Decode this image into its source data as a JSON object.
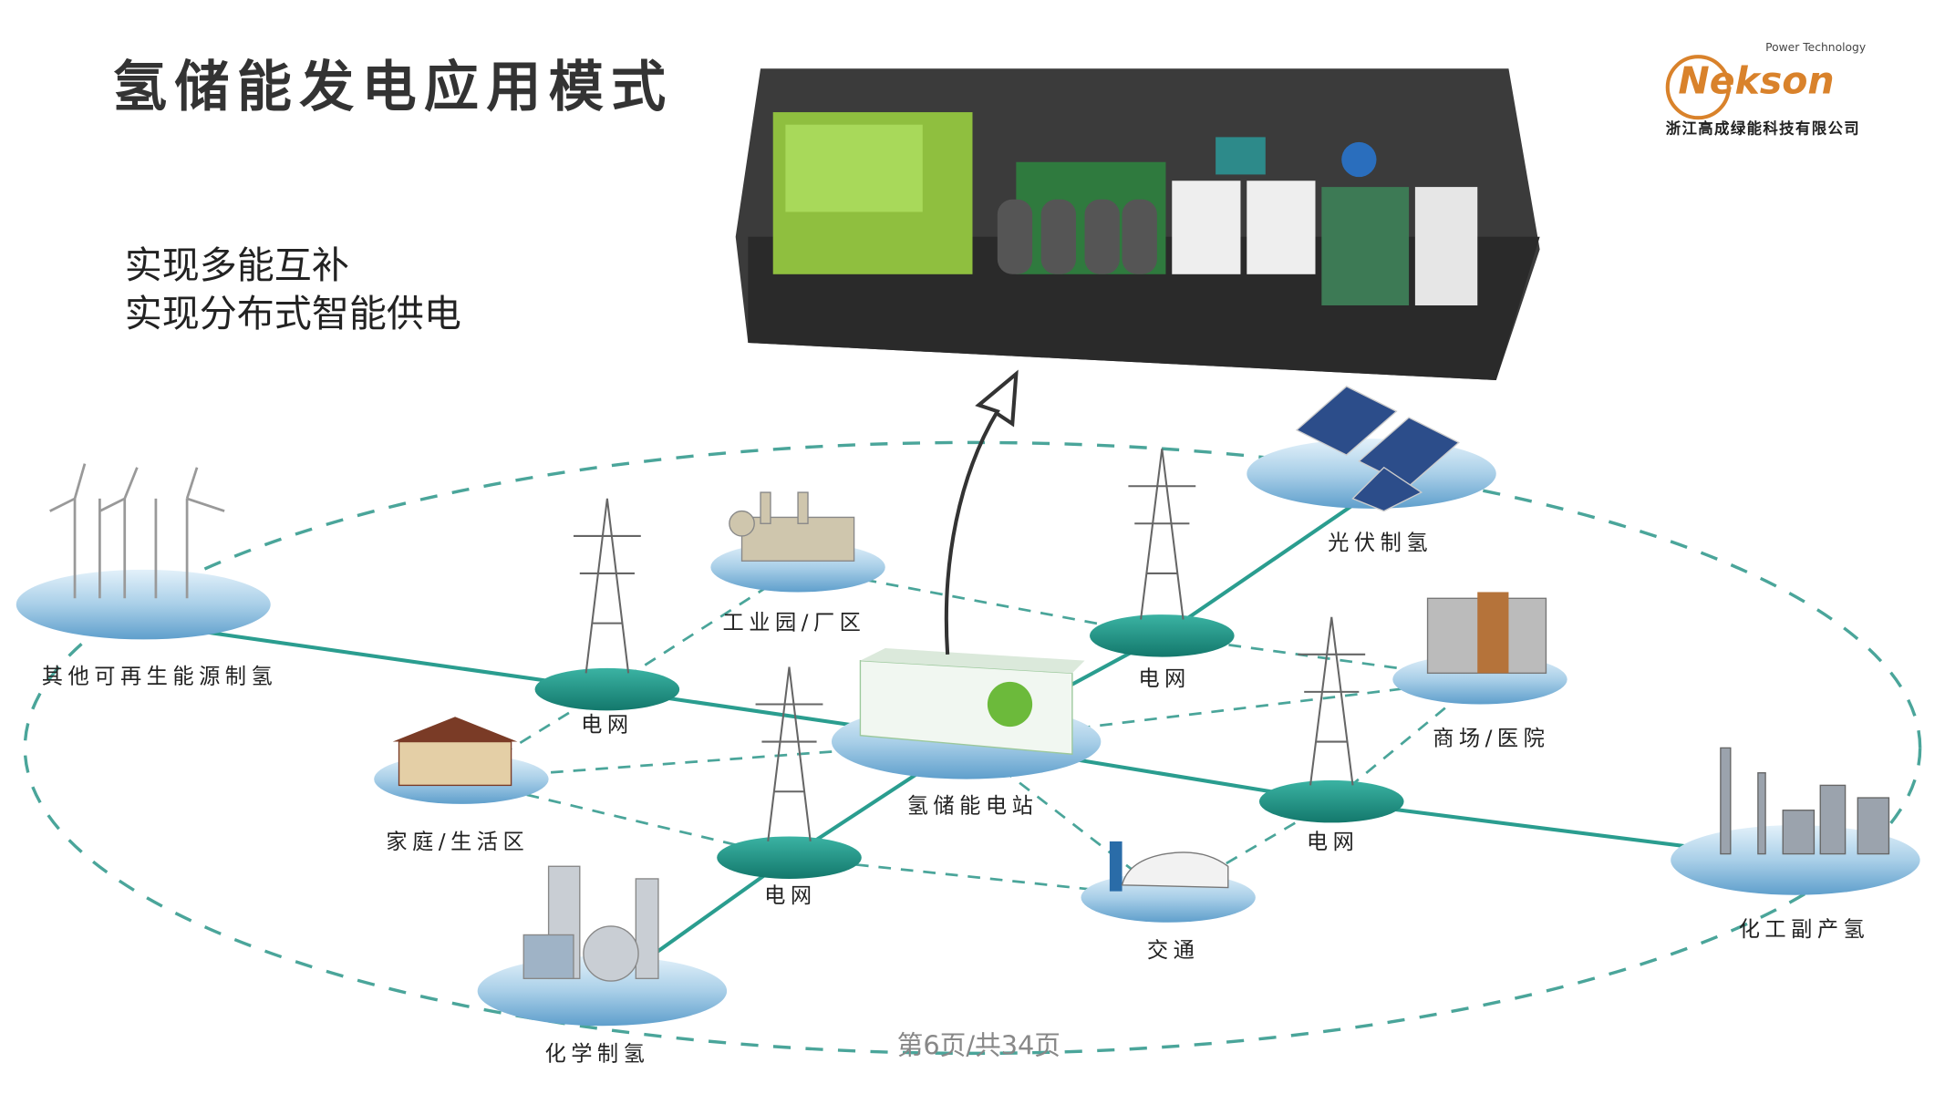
{
  "title": "氢储能发电应用模式",
  "subtitle": [
    "实现多能互补",
    "实现分布式智能供电"
  ],
  "logo": {
    "brand": "Nekson",
    "tagline": "Power Technology",
    "company": "浙江高成绿能科技有限公司",
    "color": "#d9822b"
  },
  "nodes": {
    "wind": "其他可再生能源制氢",
    "grid1": "电网",
    "industrial": "工业园/厂区",
    "station": "氢储能电站",
    "grid2": "电网",
    "solar": "光伏制氢",
    "mall": "商场/医院",
    "home": "家庭/生活区",
    "grid3": "电网",
    "grid4": "电网",
    "traffic": "交通",
    "chemical": "化学制氢",
    "byproduct": "化工副产氢"
  },
  "footer": "第6页/共34页",
  "colors": {
    "line": "#2a9d8f",
    "disk": "#1f8f80",
    "platform": "#a9cfe8"
  }
}
